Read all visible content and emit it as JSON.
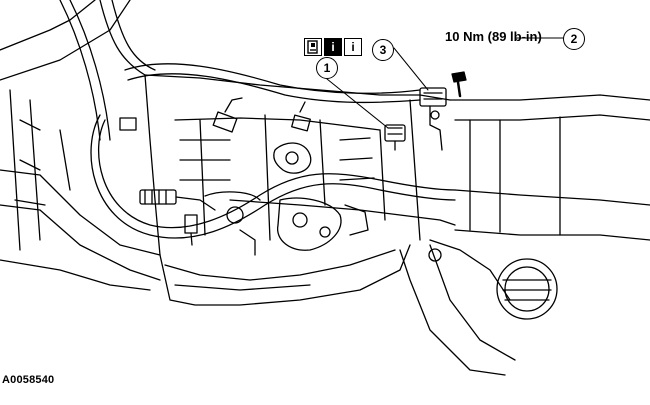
{
  "figure_id": "A0058540",
  "torque_spec": "10 Nm (89 lb-in)",
  "callouts": {
    "one": "1",
    "two": "2",
    "three": "3"
  },
  "icons": [
    {
      "name": "tool-icon",
      "glyph": ""
    },
    {
      "name": "info-icon-black",
      "glyph": "i"
    },
    {
      "name": "info-icon-white",
      "glyph": "i"
    }
  ]
}
